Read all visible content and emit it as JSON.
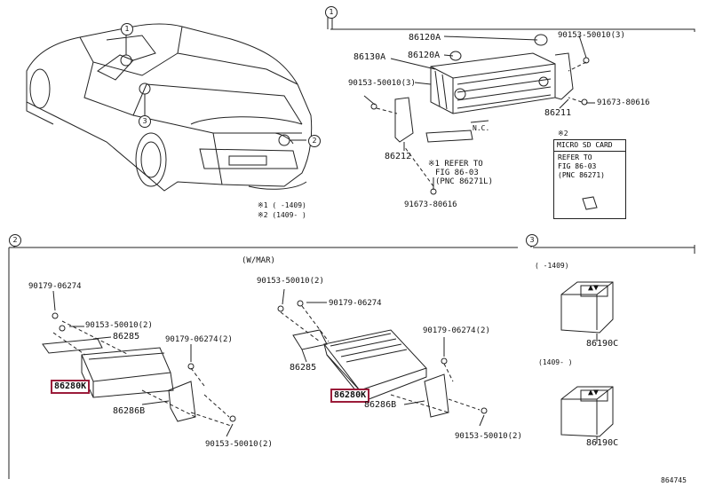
{
  "callouts": {
    "c1": "1",
    "c2": "2",
    "c3": "3"
  },
  "section1": {
    "labels": {
      "p86120A_top": "86120A",
      "p86120A_mid": "86120A",
      "p86130A": "86130A",
      "p90153_left": "90153-50010(3)",
      "p90153_right": "90153-50010(3)",
      "p91673_right": "91673-80616",
      "p86211": "86211",
      "p86212": "86212",
      "p91673_bottom": "91673-80616",
      "nc": "N.C."
    },
    "refer_note": [
      "※1 REFER TO",
      "FIG 86-03",
      "(PNC 86271L)"
    ],
    "sd_box": {
      "mark": "※2",
      "header": "MICRO SD CARD",
      "lines": [
        "REFER TO",
        "FIG 86-03",
        "(PNC 86271)"
      ]
    }
  },
  "vehicle": {
    "notes": [
      "※1 (    -1409)",
      "※2 (1409-    )"
    ]
  },
  "section2": {
    "variant": "(W/MAR)",
    "left": {
      "p90179": "90179-06274",
      "p90153": "90153-50010(2)",
      "p86285": "86285",
      "p90179b": "90179-06274(2)",
      "p86280K": "86280K",
      "p86286B": "86286B",
      "p90153b": "90153-50010(2)"
    },
    "right": {
      "p90153": "90153-50010(2)",
      "p90179": "90179-06274",
      "p86285": "86285",
      "p90179b": "90179-06274(2)",
      "p86280K": "86280K",
      "p86286B": "86286B",
      "p90153b": "90153-50010(2)"
    }
  },
  "section3": {
    "range_top": "(    -1409)",
    "range_bottom": "(1409-    )",
    "p86190C_top": "86190C",
    "p86190C_bottom": "86190C"
  },
  "figure_code": "864745"
}
